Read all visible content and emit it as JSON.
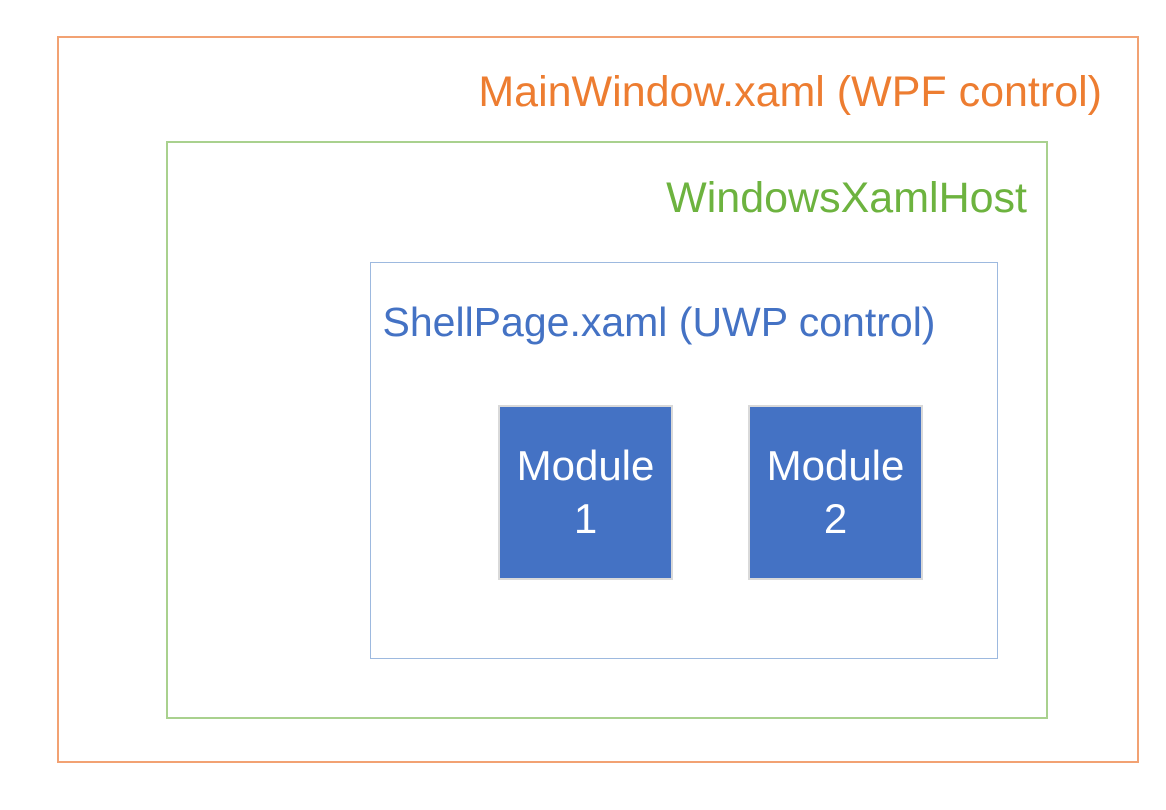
{
  "diagram": {
    "outer": {
      "label": "MainWindow.xaml (WPF control)",
      "text_color": "#ED7D31",
      "border_color": "#F2A273"
    },
    "host": {
      "label": "WindowsXamlHost",
      "text_color": "#6DB33F",
      "border_color": "#A9D18E"
    },
    "shell": {
      "label": "ShellPage.xaml (UWP control)",
      "text_color": "#4472C4",
      "border_color": "#9DB9DF"
    },
    "modules": {
      "fill_color": "#4472C4",
      "border_color": "#D9D9D9",
      "text_color": "#FFFFFF",
      "items": [
        {
          "line1": "Module",
          "line2": "1"
        },
        {
          "line1": "Module",
          "line2": "2"
        }
      ]
    },
    "background_color": "#FFFFFF"
  }
}
